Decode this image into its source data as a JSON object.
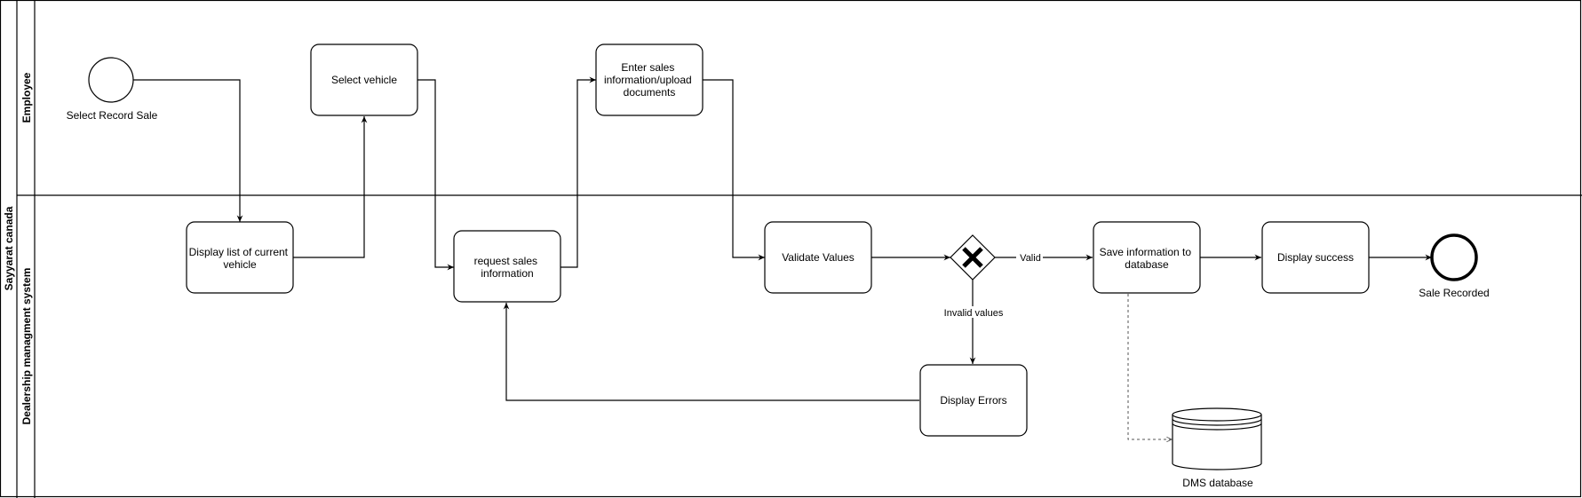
{
  "pool": {
    "title": "Sayyarat canada"
  },
  "lanes": {
    "employee": "Employee",
    "system": "Dealership managment system"
  },
  "events": {
    "start": "Select Record Sale",
    "end": "Sale Recorded"
  },
  "tasks": {
    "display_list": [
      "Display list of current",
      "vehicle"
    ],
    "select_vehicle": [
      "Select vehicle"
    ],
    "request_sales": [
      "request sales",
      "information"
    ],
    "enter_sales": [
      "Enter sales",
      "information/upload",
      "documents"
    ],
    "validate": [
      "Validate Values"
    ],
    "save_info": [
      "Save information to",
      "database"
    ],
    "display_success": [
      "Display success"
    ],
    "display_errors": [
      "Display Errors"
    ]
  },
  "gateway": {
    "valid_label": "Valid",
    "invalid_label": "Invalid values"
  },
  "data_store": {
    "label": "DMS database"
  }
}
